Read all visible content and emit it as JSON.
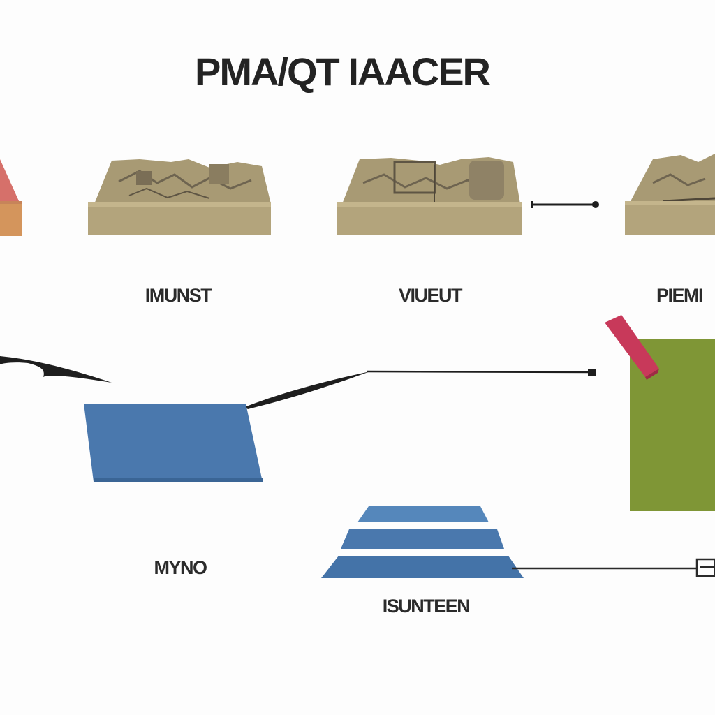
{
  "diagram": {
    "title": "PMA/QT IAACER",
    "labels": {
      "label_left": "IMUNST",
      "label_center": "VIUEUT",
      "label_right": "PIEMI",
      "label_bottom_left": "MYNO",
      "label_bottom_center": "ISUNTEEN"
    },
    "colors": {
      "background": "#fdfdfd",
      "terrain_top": "#a89a74",
      "terrain_side": "#b3a47c",
      "blue_panel": "#4a78ad",
      "green_panel": "#7f9636",
      "red_marker": "#c8395a",
      "wedge_red": "#d6706a",
      "wedge_orange": "#d4955c",
      "arrow": "#1e1e1e"
    }
  }
}
